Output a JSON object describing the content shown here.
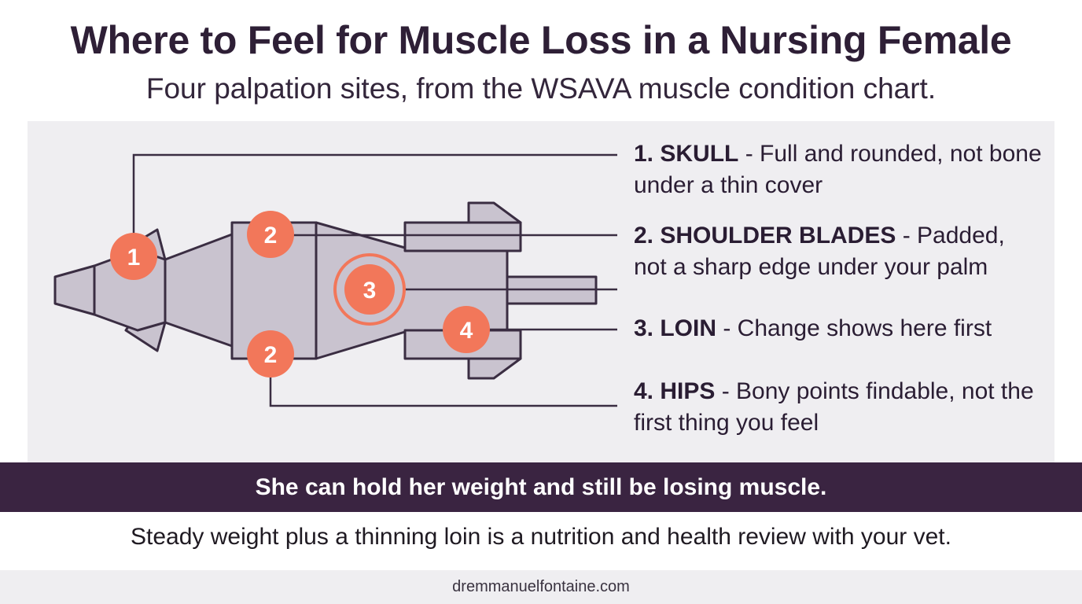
{
  "header": {
    "title": "Where to Feel for Muscle Loss in a Nursing Female",
    "subtitle": "Four palpation sites, from the WSAVA muscle condition chart."
  },
  "sites": [
    {
      "num": "1",
      "name": "1. SKULL",
      "desc": " - Full and rounded, not bone under a thin cover"
    },
    {
      "num": "2",
      "name": "2. SHOULDER BLADES",
      "desc": " - Padded, not a sharp edge under your palm"
    },
    {
      "num": "3",
      "name": "3. LOIN",
      "desc": " - Change shows here first"
    },
    {
      "num": "4",
      "name": "4. HIPS",
      "desc": " - Bony points findable, not the first thing you feel"
    }
  ],
  "banner": {
    "text": "She can hold her weight and still be losing muscle."
  },
  "note": {
    "text": "Steady weight plus a thinning loin is a nutrition and health review with your vet."
  },
  "footer": {
    "text": "dremmanuelfontaine.com"
  },
  "colors": {
    "accent": "#f2775a",
    "body_fill": "#c9c3cf",
    "outline": "#3a2d42",
    "banner": "#3a2441",
    "panel": "#efeef1"
  }
}
